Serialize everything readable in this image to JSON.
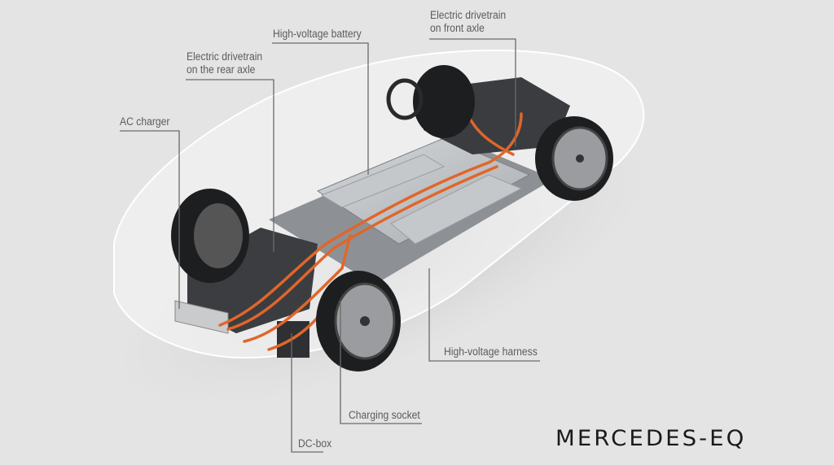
{
  "callouts": {
    "front_drivetrain": [
      "Electric drivetrain",
      "on front axle"
    ],
    "battery": "High-voltage battery",
    "rear_drivetrain": [
      "Electric drivetrain",
      "on the rear axle"
    ],
    "ac_charger": "AC charger",
    "harness": "High-voltage harness",
    "charging_socket": "Charging socket",
    "dc_box": "DC-box"
  },
  "brand": {
    "logo_text": "MERCEDES-EQ"
  },
  "colors": {
    "background": "#e4e4e4",
    "cable": "#e0662a",
    "leader": "#6a6a6a"
  }
}
